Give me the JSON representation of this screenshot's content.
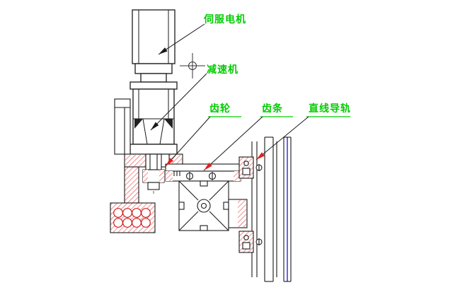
{
  "drawing": {
    "background_color": "#ffffff",
    "line_color": "#1a1a1a",
    "hatch_color": "#f03030",
    "label_color": "#00cc00",
    "arrow_color": "#e02020",
    "blue_line_color": "#0000e6"
  },
  "labels": {
    "servo_motor": "伺服电机",
    "reducer": "减速机",
    "gear": "齿轮",
    "rack": "齿条",
    "linear_guide": "直线导轨"
  }
}
